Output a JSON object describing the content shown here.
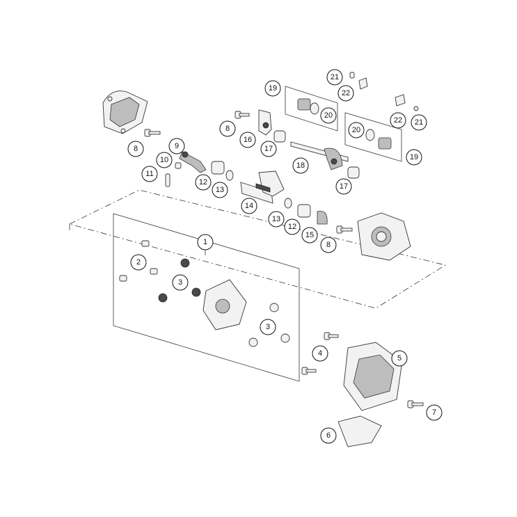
{
  "callouts": [
    {
      "label": "1"
    },
    {
      "label": "2"
    },
    {
      "label": "3"
    },
    {
      "label": "3"
    },
    {
      "label": "4"
    },
    {
      "label": "5"
    },
    {
      "label": "6"
    },
    {
      "label": "7"
    },
    {
      "label": "8"
    },
    {
      "label": "8"
    },
    {
      "label": "8"
    },
    {
      "label": "9"
    },
    {
      "label": "10"
    },
    {
      "label": "11"
    },
    {
      "label": "12"
    },
    {
      "label": "12"
    },
    {
      "label": "13"
    },
    {
      "label": "13"
    },
    {
      "label": "14"
    },
    {
      "label": "15"
    },
    {
      "label": "16"
    },
    {
      "label": "17"
    },
    {
      "label": "17"
    },
    {
      "label": "18"
    },
    {
      "label": "19"
    },
    {
      "label": "19"
    },
    {
      "label": "20"
    },
    {
      "label": "20"
    },
    {
      "label": "21"
    },
    {
      "label": "21"
    },
    {
      "label": "22"
    },
    {
      "label": "22"
    }
  ]
}
